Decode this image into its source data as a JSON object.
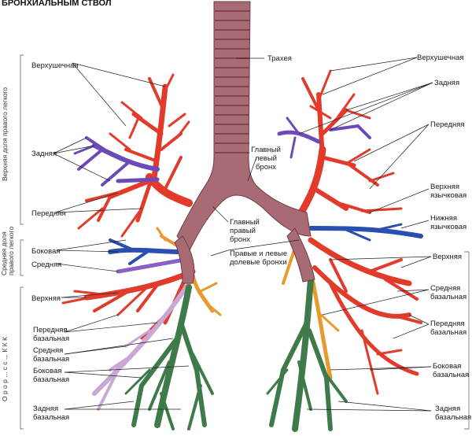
{
  "header": {
    "cut_title": "БРОНХИАЛЬНЫМ СТВОЛ"
  },
  "left_labels": [
    {
      "id": "l-upper-apical",
      "text": "Верхушечная"
    },
    {
      "id": "l-upper-posterior",
      "text": "Задняя"
    },
    {
      "id": "l-upper-anterior",
      "text": "Передняя"
    },
    {
      "id": "l-mid-lateral",
      "text": "Боковая"
    },
    {
      "id": "l-mid-medial",
      "text": "Средняя"
    },
    {
      "id": "l-lower-superior",
      "text": "Верхняя"
    },
    {
      "id": "l-ant-basal",
      "lines": [
        "Передняя",
        "базальная"
      ]
    },
    {
      "id": "l-mid-basal",
      "lines": [
        "Средняя",
        "базальная"
      ]
    },
    {
      "id": "l-lat-basal",
      "lines": [
        "Боковая",
        "базальная"
      ]
    },
    {
      "id": "l-post-basal",
      "lines": [
        "Задняя",
        "базальная"
      ]
    }
  ],
  "center_labels": {
    "trachea": "Трахея",
    "left_main": [
      "Главный",
      "левый",
      "бронх"
    ],
    "right_main": [
      "Главный",
      "правый",
      "бронх"
    ],
    "lobar": [
      "Правые и левые",
      "долевые бронхи"
    ]
  },
  "right_labels": [
    {
      "id": "r-apical",
      "text": "Верхушечная"
    },
    {
      "id": "r-posterior",
      "text": "Задняя"
    },
    {
      "id": "r-anterior",
      "text": "Передняя"
    },
    {
      "id": "r-sup-lingular",
      "lines": [
        "Верхняя",
        "язычковая"
      ]
    },
    {
      "id": "r-inf-lingular",
      "lines": [
        "Нижняя",
        "язычковая"
      ]
    },
    {
      "id": "r-superior",
      "text": "Верхняя"
    },
    {
      "id": "r-mid-basal",
      "lines": [
        "Средняя",
        "базальная"
      ]
    },
    {
      "id": "r-ant-basal",
      "lines": [
        "Передняя",
        "базальная"
      ]
    },
    {
      "id": "r-lat-basal",
      "lines": [
        "Боковая",
        "базальная"
      ]
    },
    {
      "id": "r-post-basal",
      "lines": [
        "Задняя",
        "базальная"
      ]
    }
  ],
  "side_titles": {
    "right_upper_lobe": "Верхняя доля правого легкого",
    "right_middle_lobe": [
      "Средняя доля",
      "правого легкого"
    ],
    "right_lower_lobe": "О  р  о  р  ... с  с  ... К  К  К"
  },
  "colors": {
    "trachea": "#a86a73",
    "trachea_ring": "#7e4450",
    "red": "#e23b2c",
    "purple": "#6b4bb8",
    "blue": "#2a4fb0",
    "orange": "#e99a2f",
    "green": "#3f7a4a",
    "lavender": "#c8a8d4"
  }
}
